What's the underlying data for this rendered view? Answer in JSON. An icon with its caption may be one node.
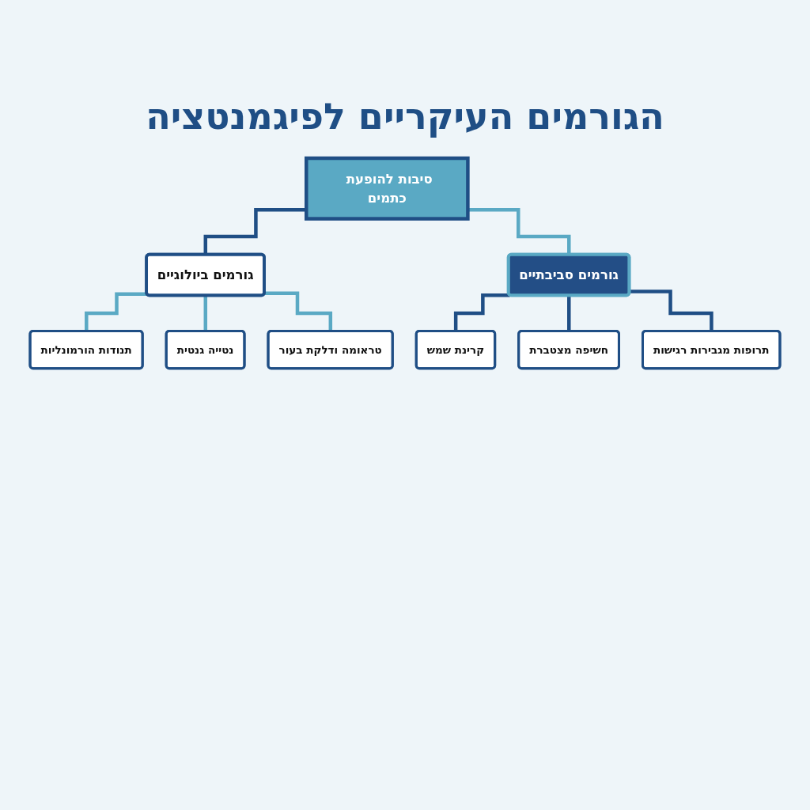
{
  "diagram": {
    "title": "הגורמים העיקריים לפיגמנטציה",
    "nodes": [
      {
        "text": [
          "סיבות להופעת כתמים"
        ]
      },
      {
        "text": [
          "גורמים סביבתיים"
        ]
      },
      {
        "text": [
          "גורמים ביולוגיים"
        ]
      },
      {
        "text": [
          "קרינת שמש"
        ]
      },
      {
        "text": [
          "חשיפה מצטברת"
        ]
      },
      {
        "text": [
          "תרופות מגבירות רגישות"
        ]
      },
      {
        "text": [
          "תנודות הורמונליות"
        ]
      },
      {
        "text": [
          "נטייה גנטית"
        ]
      },
      {
        "text": [
          "טראומה ודלקת בעור"
        ]
      }
    ],
    "edges": [
      {
        "from": 0,
        "to": 2,
        "arrow": "none"
      },
      {
        "from": 0,
        "to": 1,
        "arrow": "none",
        "color": "#5aa9c4"
      },
      {
        "from": 1,
        "to": 3,
        "arrow": "none"
      },
      {
        "from": 1,
        "to": 4,
        "arrow": "none"
      },
      {
        "from": 1,
        "to": 5,
        "arrow": "none"
      },
      {
        "from": 2,
        "to": 6,
        "arrow": "none",
        "color": "#5aa9c4"
      },
      {
        "from": 2,
        "to": 7,
        "arrow": "none",
        "color": "#5aa9c4"
      },
      {
        "from": 2,
        "to": 8,
        "arrow": "none",
        "color": "#5aa9c4"
      }
    ]
  }
}
